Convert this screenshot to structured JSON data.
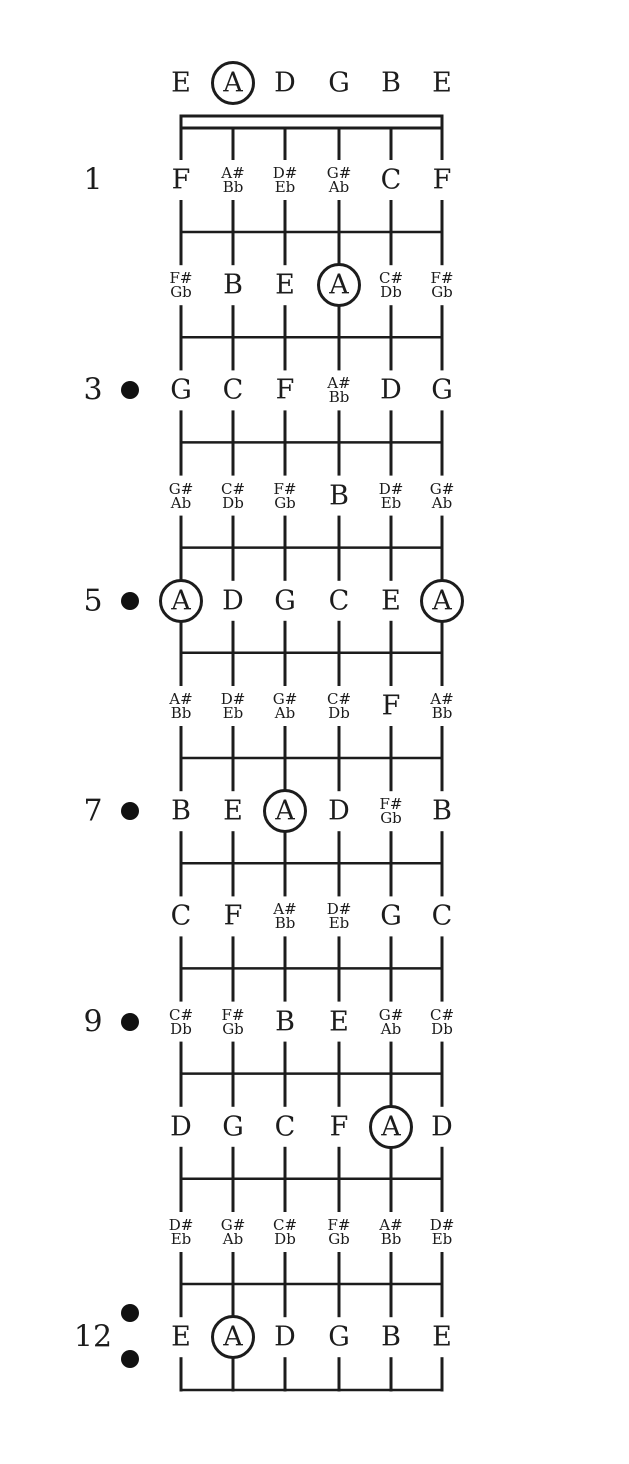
{
  "open_strings": [
    "E",
    "A",
    "D",
    "G",
    "B",
    "E"
  ],
  "frets": [
    {
      "number": "1",
      "notes": [
        "F",
        "A#/Bb",
        "D#/Eb",
        "G#/Ab",
        "C",
        "F"
      ]
    },
    {
      "number": "",
      "notes": [
        "F#/Gb",
        "B",
        "E",
        "A",
        "C#/Db",
        "F#/Gb"
      ]
    },
    {
      "number": "3",
      "notes": [
        "G",
        "C",
        "F",
        "A#/Bb",
        "D",
        "G"
      ]
    },
    {
      "number": "",
      "notes": [
        "G#/Ab",
        "C#/Db",
        "F#/Gb",
        "B",
        "D#/Eb",
        "G#/Ab"
      ]
    },
    {
      "number": "5",
      "notes": [
        "A",
        "D",
        "G",
        "C",
        "E",
        "A"
      ]
    },
    {
      "number": "",
      "notes": [
        "A#/Bb",
        "D#/Eb",
        "G#/Ab",
        "C#/Db",
        "F",
        "A#/Bb"
      ]
    },
    {
      "number": "7",
      "notes": [
        "B",
        "E",
        "A",
        "D",
        "F#/Gb",
        "B"
      ]
    },
    {
      "number": "",
      "notes": [
        "C",
        "F",
        "A#/Bb",
        "D#/Eb",
        "G",
        "C"
      ]
    },
    {
      "number": "9",
      "notes": [
        "C#/Db",
        "F#/Gb",
        "B",
        "E",
        "G#/Ab",
        "C#/Db"
      ]
    },
    {
      "number": "",
      "notes": [
        "D",
        "G",
        "C",
        "F",
        "A",
        "D"
      ]
    },
    {
      "number": "",
      "notes": [
        "D#/Eb",
        "G#/Ab",
        "C#/Db",
        "F#/Gb",
        "A#/Bb",
        "D#/Eb"
      ]
    },
    {
      "number": "12",
      "notes": [
        "E",
        "A",
        "D",
        "G",
        "B",
        "E"
      ]
    }
  ],
  "highlighted_note": "A",
  "inlay_frets": [
    3,
    5,
    7,
    9
  ],
  "double_inlay_frets": [
    12
  ]
}
